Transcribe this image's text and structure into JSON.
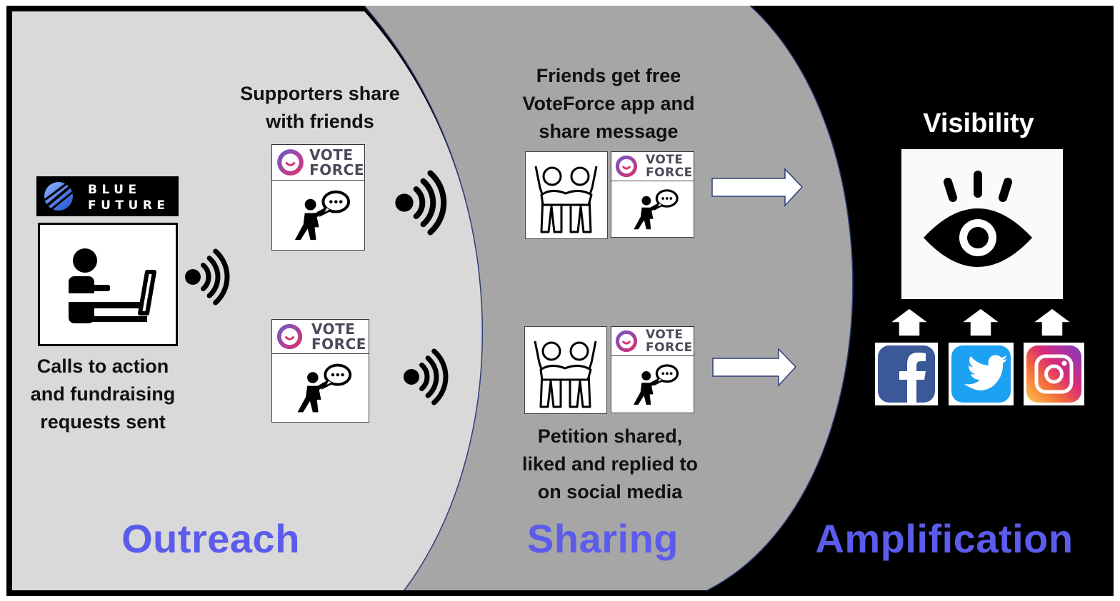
{
  "stages": {
    "outreach": {
      "title": "Outreach",
      "caption": [
        "Calls to action",
        "and fundraising",
        "requests sent"
      ],
      "logo": [
        "BLUE",
        "FUTURE"
      ]
    },
    "supporters": {
      "caption": [
        "Supporters share",
        "with friends"
      ]
    },
    "sharing": {
      "title": "Sharing",
      "top_caption": [
        "Friends get free",
        "VoteForce app and",
        "share message"
      ],
      "bottom_caption": [
        "Petition shared,",
        "liked and replied to",
        "on social media"
      ]
    },
    "amplification": {
      "title": "Amplification",
      "caption": "Visibility"
    }
  },
  "app_logo": [
    "VOTE",
    "FORCE"
  ],
  "social_icons": [
    "facebook-icon",
    "twitter-icon",
    "instagram-icon"
  ],
  "colors": {
    "outreach_bg": "#d9d9d9",
    "sharing_bg": "#a6a6a6",
    "amplification_bg": "#000000",
    "title_blue": "#5b5bec",
    "facebook": "#3b5998",
    "twitter": "#1da1f2"
  }
}
